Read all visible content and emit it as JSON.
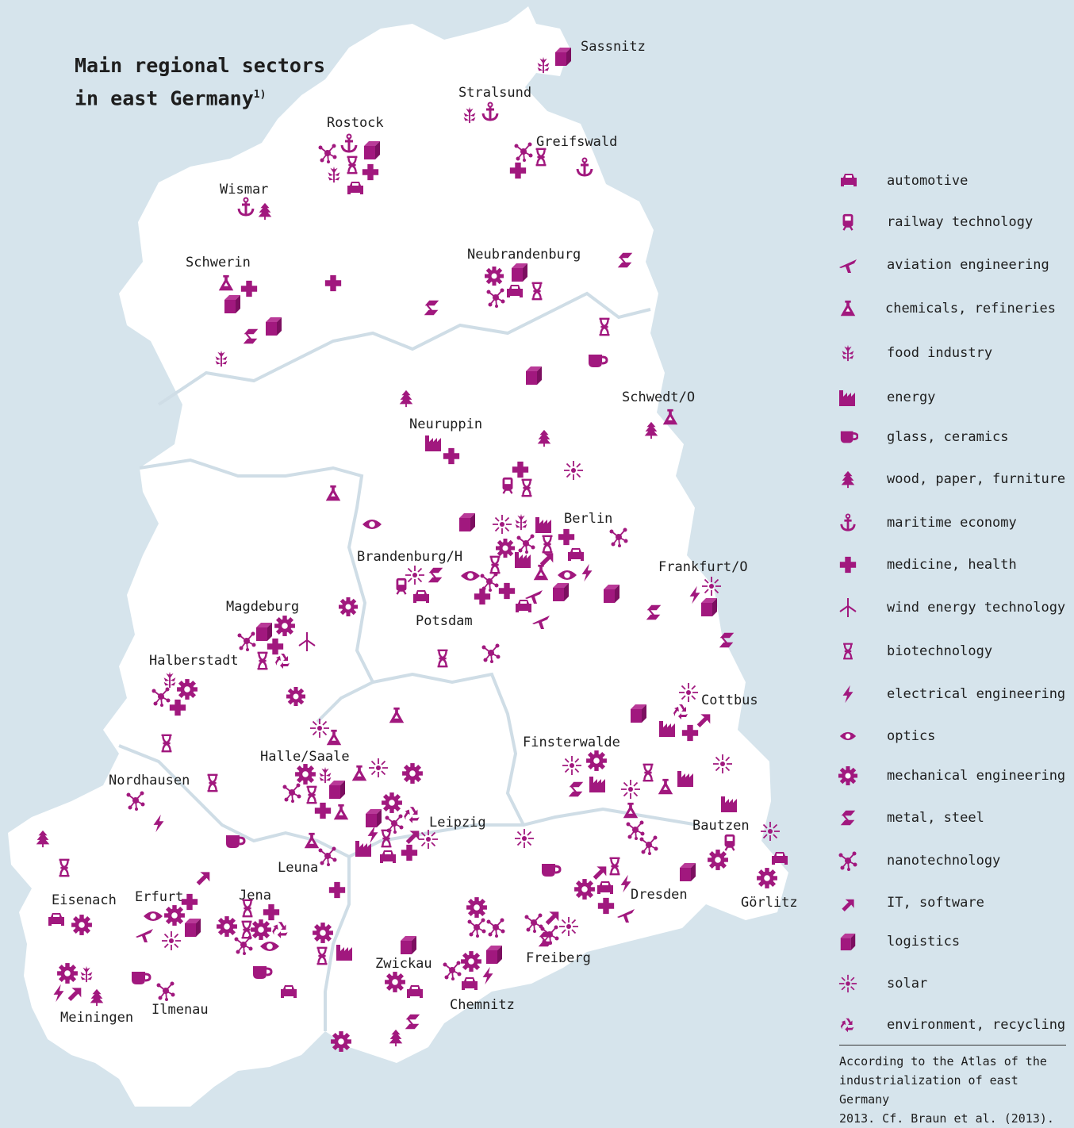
{
  "title": {
    "line1": "Main regional sectors",
    "line2": "in east Germany",
    "footnote_mark": "1)"
  },
  "colors": {
    "icon": "#a1187e",
    "land": "#ffffff",
    "sea": "#d6e4ec",
    "border": "#cfdde6",
    "text": "#1e1e1e"
  },
  "sectors": [
    {
      "key": "automotive",
      "label": "automotive",
      "icon": "car-icon"
    },
    {
      "key": "railway",
      "label": "railway technology",
      "icon": "train-icon"
    },
    {
      "key": "aviation",
      "label": "aviation engineering",
      "icon": "plane-icon"
    },
    {
      "key": "chemicals",
      "label": "chemicals, refineries",
      "icon": "flask-icon"
    },
    {
      "key": "food",
      "label": "food industry",
      "icon": "plant-icon"
    },
    {
      "key": "energy",
      "label": "energy",
      "icon": "factory-icon"
    },
    {
      "key": "glass",
      "label": "glass, ceramics",
      "icon": "cup-icon"
    },
    {
      "key": "wood",
      "label": "wood, paper, furniture",
      "icon": "tree-icon"
    },
    {
      "key": "maritime",
      "label": "maritime economy",
      "icon": "anchor-icon"
    },
    {
      "key": "medicine",
      "label": "medicine, health",
      "icon": "cross-icon"
    },
    {
      "key": "wind",
      "label": "wind energy technology",
      "icon": "wind-turbine-icon"
    },
    {
      "key": "biotech",
      "label": "biotechnology",
      "icon": "dna-icon"
    },
    {
      "key": "electrical",
      "label": "electrical engineering",
      "icon": "lightning-icon"
    },
    {
      "key": "optics",
      "label": "optics",
      "icon": "eye-icon"
    },
    {
      "key": "mechanical",
      "label": "mechanical engineering",
      "icon": "gear-icon"
    },
    {
      "key": "metal",
      "label": "metal, steel",
      "icon": "steel-beam-icon"
    },
    {
      "key": "nano",
      "label": "nanotechnology",
      "icon": "molecule-icon"
    },
    {
      "key": "it",
      "label": "IT, software",
      "icon": "arrow-icon"
    },
    {
      "key": "logistics",
      "label": "logistics",
      "icon": "box-icon"
    },
    {
      "key": "solar",
      "label": "solar",
      "icon": "sun-icon"
    },
    {
      "key": "environment",
      "label": "environment, recycling",
      "icon": "recycle-icon"
    }
  ],
  "cities": [
    "Sassnitz",
    "Stralsund",
    "Rostock",
    "Greifswald",
    "Wismar",
    "Schwerin",
    "Neubrandenburg",
    "Schwedt/O",
    "Neuruppin",
    "Berlin",
    "Brandenburg/H",
    "Potsdam",
    "Frankfurt/O",
    "Magdeburg",
    "Halberstadt",
    "Cottbus",
    "Finsterwalde",
    "Halle/Saale",
    "Nordhausen",
    "Leipzig",
    "Bautzen",
    "Leuna",
    "Dresden",
    "Görlitz",
    "Eisenach",
    "Erfurt",
    "Jena",
    "Zwickau",
    "Freiberg",
    "Chemnitz",
    "Meiningen",
    "Ilmenau"
  ],
  "source": {
    "line1": "According to the Atlas of the",
    "line2": "industrialization of east Germany",
    "line3": "2013. Cf. Braun et al. (2013)."
  }
}
